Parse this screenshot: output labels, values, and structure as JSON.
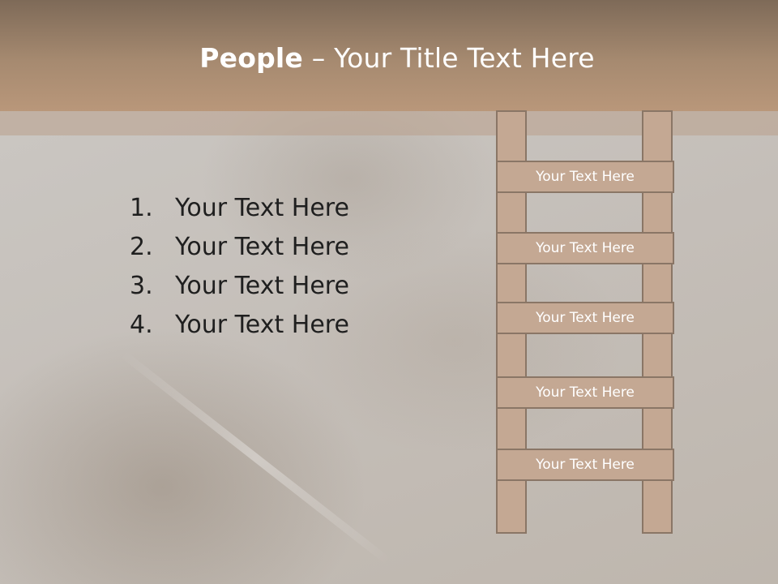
{
  "title": {
    "bold": "People",
    "rest": " – Your Title Text Here"
  },
  "list": [
    {
      "num": "1.",
      "text": "Your Text Here"
    },
    {
      "num": "2.",
      "text": "Your Text Here"
    },
    {
      "num": "3.",
      "text": "Your Text Here"
    },
    {
      "num": "4.",
      "text": "Your Text Here"
    }
  ],
  "ladder": [
    "Your Text Here",
    "Your Text Here",
    "Your Text Here",
    "Your Text Here",
    "Your Text Here"
  ]
}
